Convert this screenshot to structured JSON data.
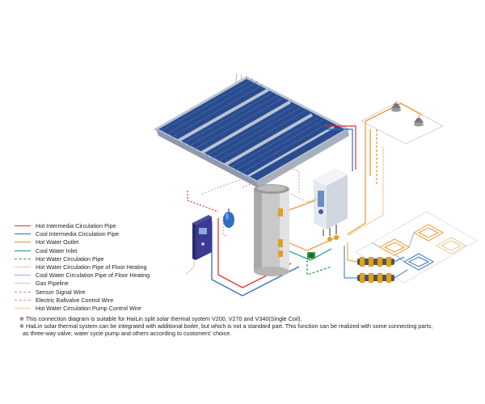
{
  "legend": [
    {
      "label": "Hot Intermedia Circulation Pipe",
      "color": "#e0322c",
      "style": "solid"
    },
    {
      "label": "Cool Intermedia Circulation Pipe",
      "color": "#2f6fc4",
      "style": "solid"
    },
    {
      "label": "Hot Water Outlet",
      "color": "#f0962a",
      "style": "solid"
    },
    {
      "label": "Cool Water Inlet",
      "color": "#1f8f8a",
      "style": "solid"
    },
    {
      "label": "Hot Water Circulation Pipe",
      "color": "#2e9a3a",
      "style": "dashed"
    },
    {
      "label": "Hot Water Circulation Pipe of Floor Heating",
      "color": "#f3c58a",
      "style": "solid"
    },
    {
      "label": "Cool Water Circulation Pipe of Floor Heating",
      "color": "#8fb0e0",
      "style": "solid"
    },
    {
      "label": "Gas Pipeline",
      "color": "#c9c9c9",
      "style": "solid"
    },
    {
      "label": "Sensor Signal Wire",
      "color": "#9a9a9a",
      "style": "dashed"
    },
    {
      "label": "Electric Ballvalve Control Wire",
      "color": "#d98a8a",
      "style": "dashed"
    },
    {
      "label": "Hot Water Circulation Pump Control Wire",
      "color": "#f0c8a0",
      "style": "solid"
    }
  ],
  "notes": [
    "※ This connection diagram is suitable for HaiLin split solar thermal system V200, V270 and V340(Single Coil).",
    "※ HaiLin solar thermal system can be integrated with additional boiler, but which is not a standard part. This function can be realized with some connecting parts,",
    "as three-way valve, water cycle pump and others according to customers' choice."
  ]
}
